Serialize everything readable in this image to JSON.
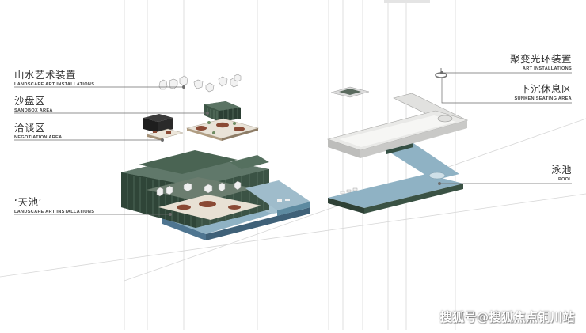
{
  "labels": {
    "landscape_art": {
      "zh": "山水艺术装置",
      "en": "LANDSCAPE ART INSTALLATIONS"
    },
    "sandbox": {
      "zh": "沙盘区",
      "en": "SANDBOX AREA"
    },
    "negotiation": {
      "zh": "洽谈区",
      "en": "NEGOTIATION AREA"
    },
    "tianchi": {
      "zh": "‘天池’",
      "en": "LANDSCAPE ART INSTALLATIONS"
    },
    "art_installations": {
      "zh": "聚变光环装置",
      "en": "ART INSTALLATIONS"
    },
    "sunken_seating": {
      "zh": "下沉休息区",
      "en": "SUNKEN SEATING AREA"
    },
    "pool": {
      "zh": "泳池",
      "en": "POOL"
    }
  },
  "watermark": "搜狐号@搜狐焦点铜川站",
  "colors": {
    "glass": "#3f5a49",
    "glass_dark": "#2b3f33",
    "water": "#8fb2c4",
    "water_dark": "#5d8aa0",
    "concrete": "#d4d4d2",
    "leader": "#6b6b6b",
    "guide": "#d0d0d0"
  }
}
